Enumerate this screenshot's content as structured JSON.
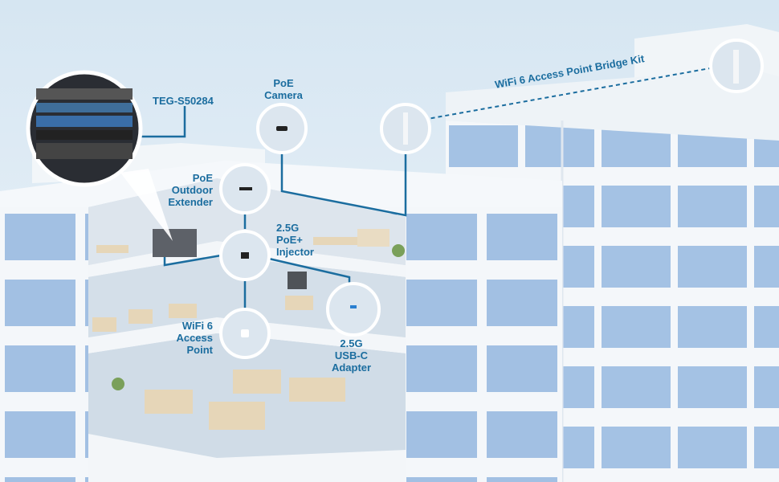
{
  "labels": {
    "switch": "TEG-S50284",
    "camera": [
      "PoE",
      "Camera"
    ],
    "extender": [
      "PoE",
      "Outdoor",
      "Extender"
    ],
    "injector": [
      "2.5G",
      "PoE+",
      "Injector"
    ],
    "access_point": [
      "WiFi 6",
      "Access",
      "Point"
    ],
    "usb_adapter": [
      "2.5G",
      "USB-C",
      "Adapter"
    ],
    "bridge_kit": "WiFi 6 Access Point Bridge Kit"
  },
  "colors": {
    "accent": "#1b6d9f",
    "window": "#9fbfe2",
    "wall": "#f3f6f9",
    "sky": "#e3eef6"
  }
}
